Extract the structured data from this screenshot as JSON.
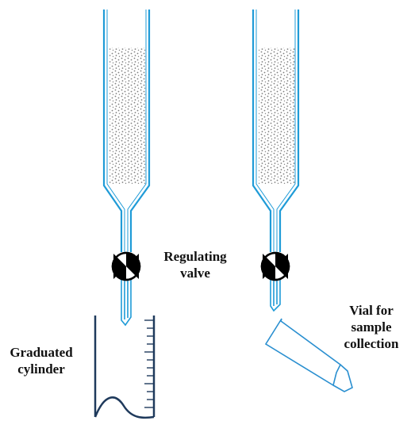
{
  "colors": {
    "glass": "#1f9bd7",
    "cylinder": "#1f3a5c",
    "vial": "#2a8fd0",
    "packing_dot": "#7c7c7c",
    "valve": "#000000",
    "label_text": "#111111"
  },
  "icons": [
    "packed-column-icon",
    "stopcock-valve-icon",
    "graduated-cylinder-icon",
    "sample-vial-icon"
  ],
  "labels": {
    "regulating_valve": [
      "Regulating",
      "valve"
    ],
    "vial": [
      "Vial for",
      "sample",
      "collection"
    ],
    "graduated_cylinder": [
      "Graduated",
      "cylinder"
    ]
  }
}
